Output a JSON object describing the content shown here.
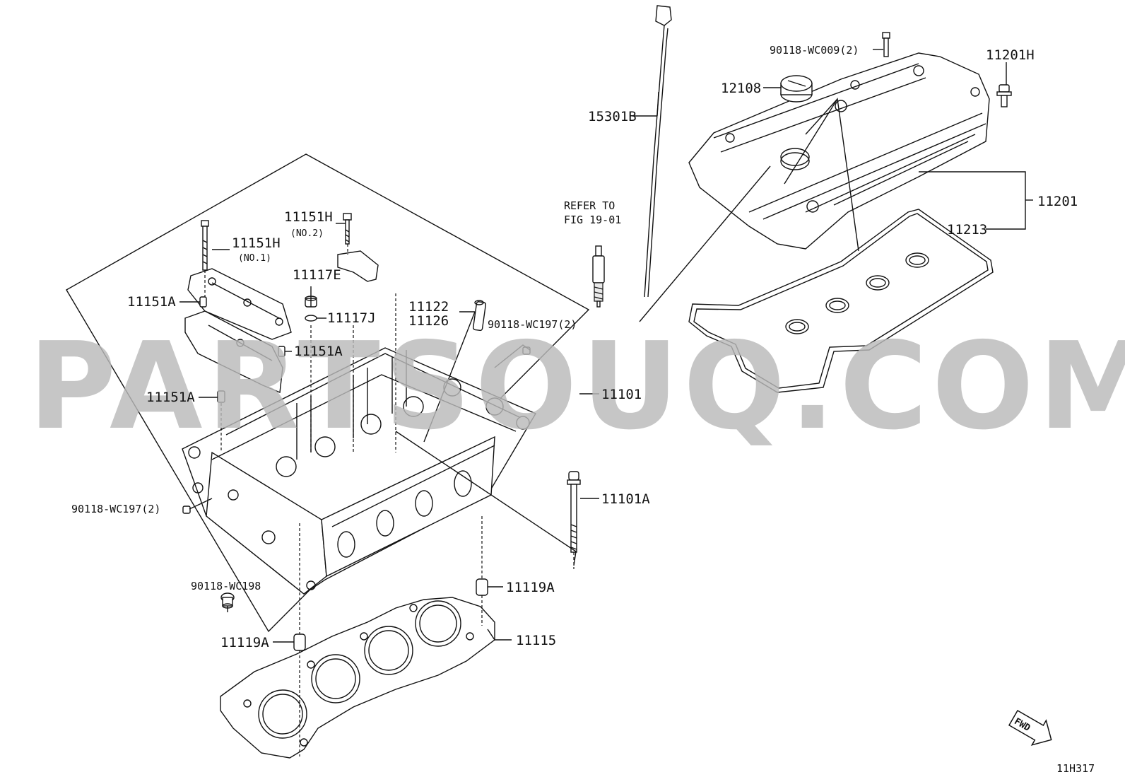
{
  "watermark": "PARTSOUQ.COM",
  "diagram_code": "11H317",
  "fwd_label": "FWD",
  "callouts": {
    "c90118_wc009": "90118-WC009(2)",
    "c12108": "12108",
    "c11201h": "11201H",
    "c15301b": "15301B",
    "c11201": "11201",
    "c11213": "11213",
    "refer_line1": "REFER TO",
    "refer_line2": "FIG 19-01",
    "c11151h_no2": "11151H",
    "no2": "(NO.2)",
    "c11151h_no1": "11151H",
    "no1": "(NO.1)",
    "c11117e": "11117E",
    "c11151a_1": "11151A",
    "c11117j": "11117J",
    "c11122": "11122",
    "c11126": "11126",
    "c90118_wc197_r": "90118-WC197(2)",
    "c11151a_2": "11151A",
    "c11151a_3": "11151A",
    "c11101": "11101",
    "c11101a": "11101A",
    "c90118_wc197_l": "90118-WC197(2)",
    "c90118_wc198": "90118-WC198",
    "c11119a_r": "11119A",
    "c11119a_l": "11119A",
    "c11115": "11115"
  }
}
